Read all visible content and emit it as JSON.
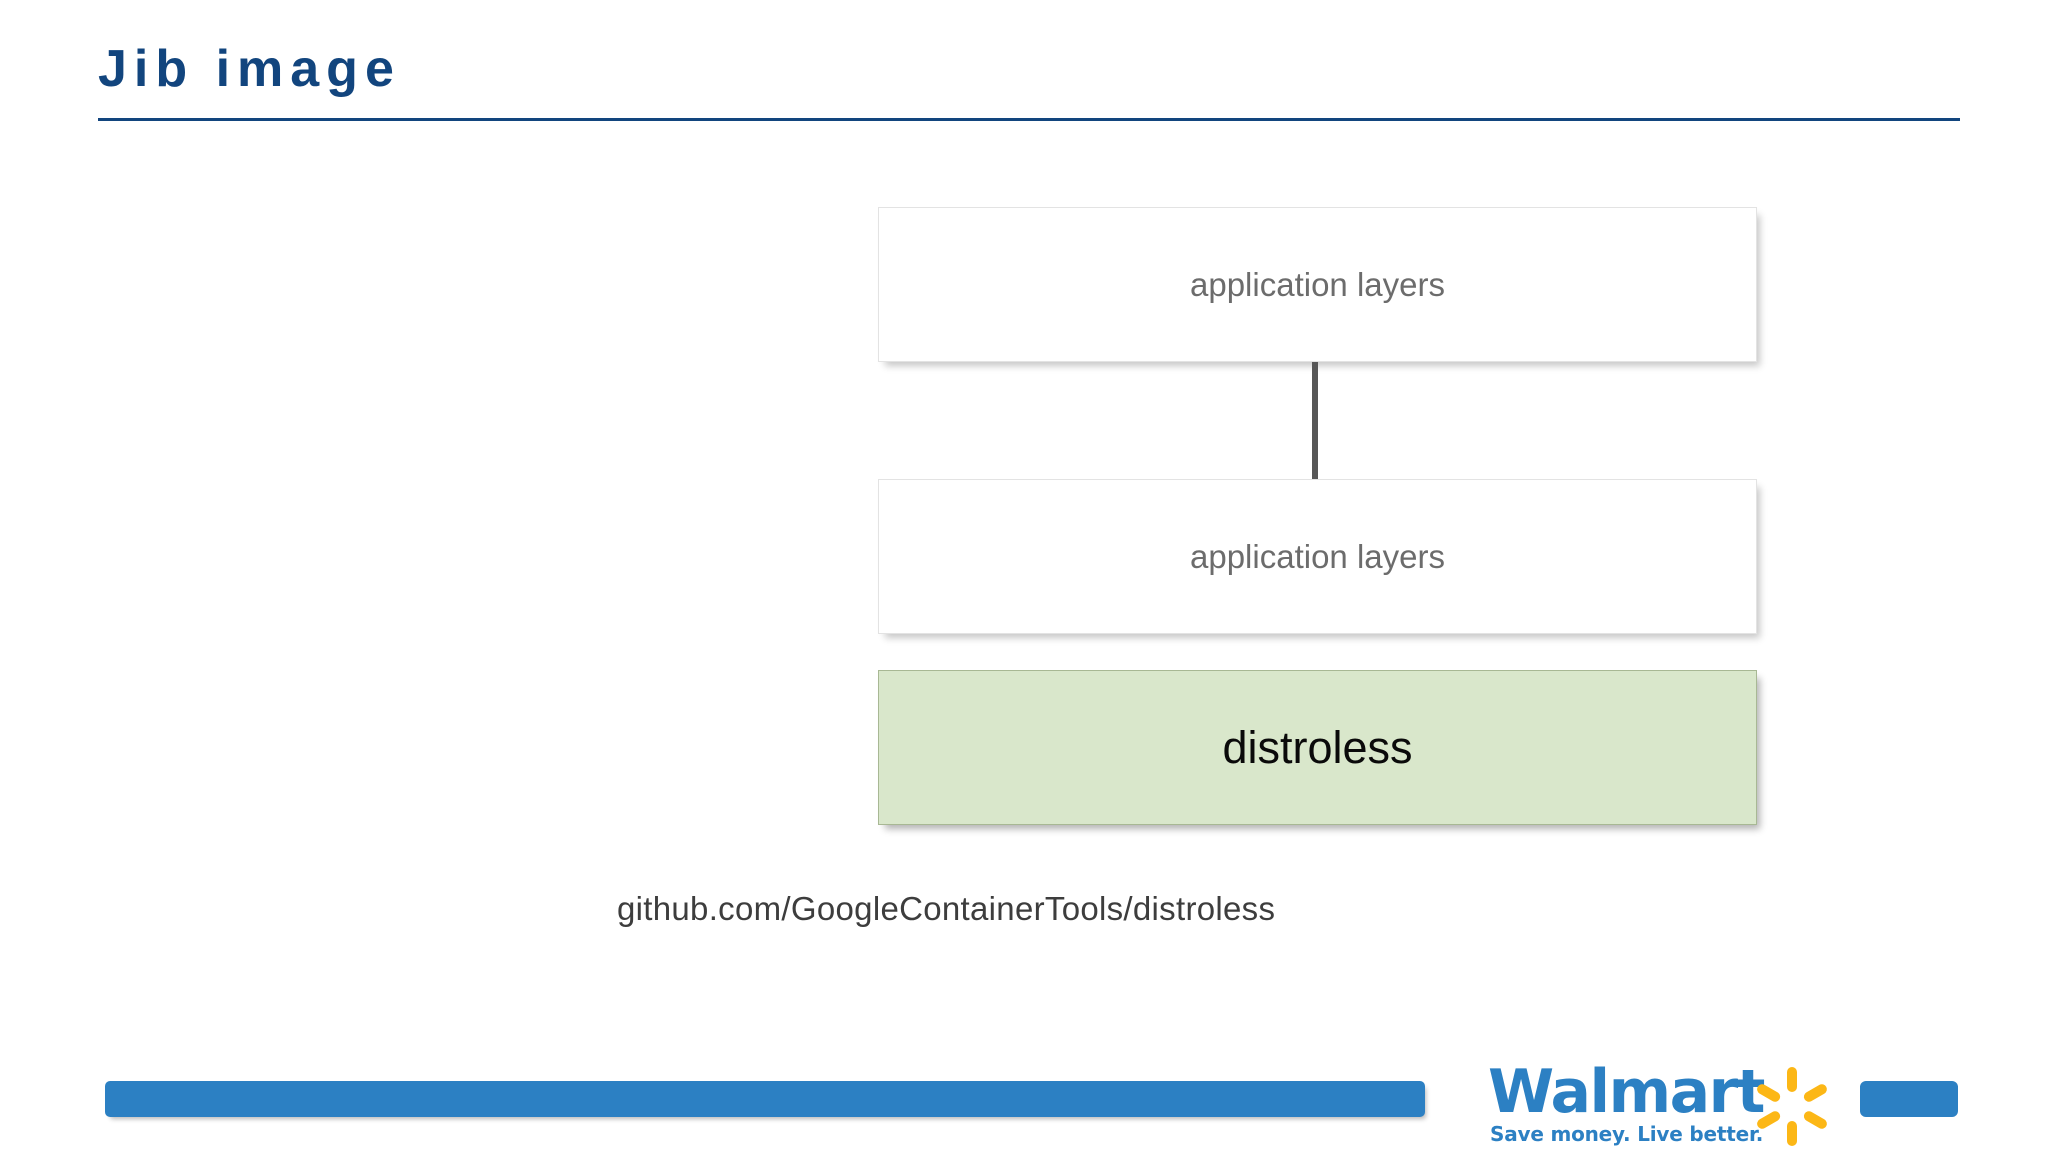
{
  "slide": {
    "title": "Jib image",
    "background_color": "#FFFFFF",
    "title_color": "#12457E"
  },
  "diagram": {
    "type": "stacked-layers",
    "boxes": [
      {
        "id": "box-top",
        "label": "application layers",
        "fill_color": "#FFFFFF",
        "border_color": "#E3E3E3",
        "text_color": "#6C6C6C"
      },
      {
        "id": "box-middle",
        "label": "application layers",
        "fill_color": "#FFFFFF",
        "border_color": "#E3E3E3",
        "text_color": "#6C6C6C"
      },
      {
        "id": "box-bottom",
        "label": "distroless",
        "fill_color": "#D9E7CB",
        "border_color": "#A8B894",
        "text_color": "#0A0A0A"
      }
    ],
    "connector_color": "#575757"
  },
  "caption": {
    "text": "github.com/GoogleContainerTools/distroless",
    "color": "#3D3D3D"
  },
  "footer": {
    "bar_color": "#2C80C3",
    "chip_color": "#2C80C3",
    "brand_name": "Walmart",
    "brand_tagline": "Save money. Live better.",
    "brand_color": "#2C80C3",
    "spark_color": "#FCB716",
    "spark_icon": "walmart-spark-icon"
  }
}
